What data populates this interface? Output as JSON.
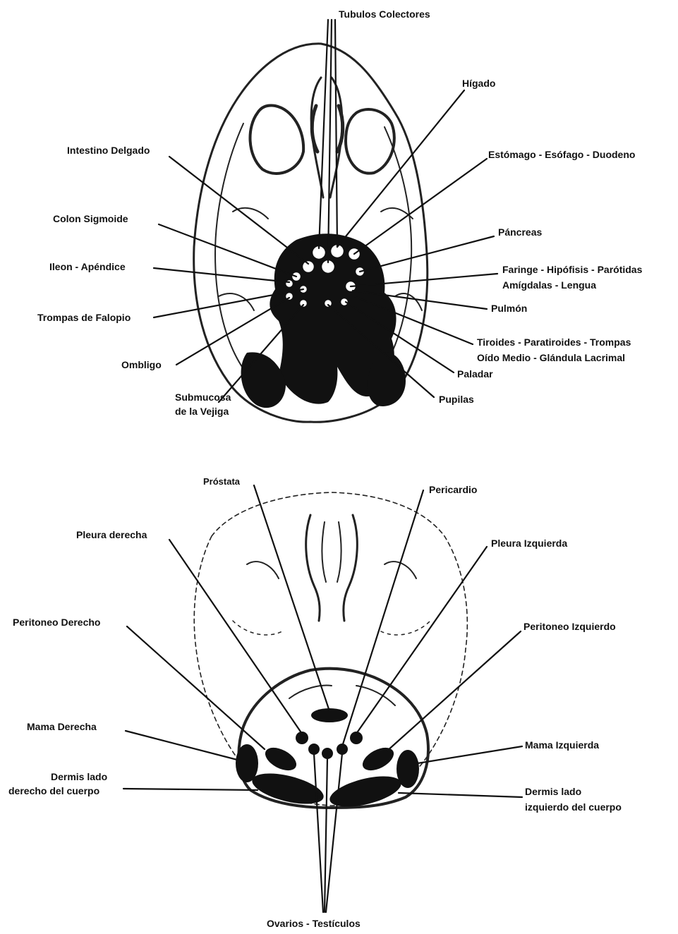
{
  "top_panel": {
    "labels": {
      "tubulos_colectores": "Tubulos Colectores",
      "higado": "Hígado",
      "intestino_delgado": "Intestino Delgado",
      "estomago": "Estómago - Esófago - Duodeno",
      "colon_sigmoide": "Colon Sigmoide",
      "pancreas": "Páncreas",
      "ileon_apendice": "Ileon - Apéndice",
      "faringe_1": "Faringe - Hipófisis - Parótidas",
      "faringe_2": "Amígdalas - Lengua",
      "trompas_falopio": "Trompas de Falopio",
      "pulmon": "Pulmón",
      "tiroides_1": "Tiroides - Paratiroides - Trompas",
      "tiroides_2": "Oído Medio - Glándula Lacrimal",
      "ombligo": "Ombligo",
      "paladar": "Paladar",
      "submucosa_1": "Submucosa",
      "submucosa_2": "de la Vejiga",
      "pupilas": "Pupilas"
    }
  },
  "bottom_panel": {
    "labels": {
      "prostata": "Próstata",
      "pericardio": "Pericardio",
      "pleura_derecha": "Pleura derecha",
      "pleura_izquierda": "Pleura Izquierda",
      "peritoneo_derecho": "Peritoneo Derecho",
      "peritoneo_izquierdo": "Peritoneo Izquierdo",
      "mama_derecha": "Mama Derecha",
      "mama_izquierda": "Mama Izquierda",
      "dermis_derecho_1": "Dermis lado",
      "dermis_derecho_2": "derecho del cuerpo",
      "dermis_izquierdo_1": "Dermis lado",
      "dermis_izquierdo_2": "izquierdo del cuerpo",
      "ovarios": "Ovarios - Testículos"
    }
  }
}
